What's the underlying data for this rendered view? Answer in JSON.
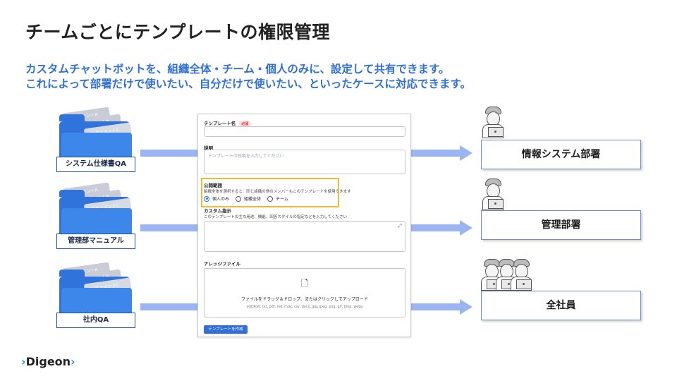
{
  "slide": {
    "title": "チームごとにテンプレートの権限管理",
    "subtitle_line1": "カスタムチャットボットを、組織全体・チーム・個人のみに、設定して共有できます。",
    "subtitle_line2": "これによって部署だけで使いたい、自分だけで使いたい、といったケースに対応できます。"
  },
  "sources": [
    {
      "label": "システム仕様書QA",
      "docs": [
        "ドキュメントA",
        "ドキュメントB",
        "ドキュメントC"
      ]
    },
    {
      "label": "管理部マニュアル",
      "docs": [
        "ドキュメントA",
        "ドキュメントB",
        "ドキュメントC"
      ]
    },
    {
      "label": "社内QA",
      "docs": [
        "ドキュメントA",
        "ドキュメントB",
        "ドキュメントC"
      ]
    }
  ],
  "form": {
    "name_label": "テンプレート名",
    "required_badge": "必須",
    "description_label": "説明",
    "description_placeholder": "テンプレートの説明を入力してください",
    "scope_label": "公開範囲",
    "scope_hint": "組織全体を選択すると、同じ組織の他のメンバーもこのテンプレートを使用できます",
    "scope_options": [
      "個人のみ",
      "組織全体",
      "チーム"
    ],
    "scope_selected": "個人のみ",
    "custom_label": "カスタム指示",
    "custom_hint": "このテンプレートの主な用途、機能、回答スタイルの指定などを入力してください",
    "knowledge_label": "ナレッジファイル",
    "drop_text": "ファイルをドラッグ＆ドロップ、またはクリックしてアップロード",
    "drop_formats": "対応形式: txt, pdf, md, mdx, csv, docx, jpg, jpeg, png, gif, bmp, webp",
    "create_button": "テンプレートを作成"
  },
  "targets": [
    {
      "label": "情報システム部署"
    },
    {
      "label": "管理部署"
    },
    {
      "label": "全社員"
    }
  ],
  "brand": {
    "name": "Digeon",
    "accent": "#2f8ae0"
  },
  "colors": {
    "primary": "#2f6fd6",
    "arrow": "#9bb5f0",
    "highlight": "#f3b73b"
  }
}
